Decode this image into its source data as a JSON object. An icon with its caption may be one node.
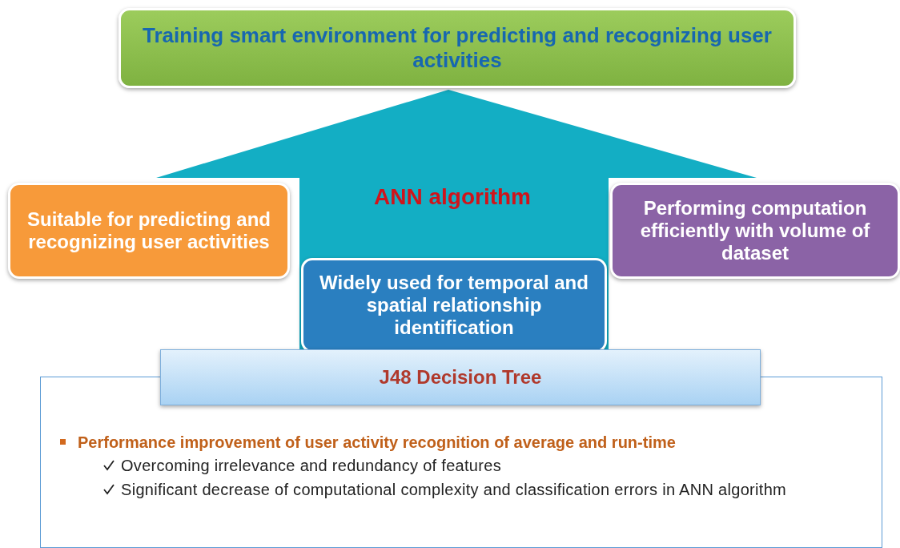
{
  "diagram": {
    "nodes": [
      {
        "text": [
          "Training smart environment for predicting and recognizing user activities"
        ]
      },
      {
        "text": [
          "ANN algorithm"
        ]
      },
      {
        "text": [
          "Suitable for predicting and recognizing user activities"
        ]
      },
      {
        "text": [
          "Performing computation efficiently with volume of dataset"
        ]
      },
      {
        "text": [
          "Widely used for temporal and spatial relationship identification"
        ],
        "in": 1
      },
      {
        "text": [
          "J48 Decision Tree"
        ]
      },
      {
        "text": [
          "Performance improvement of user activity recognition of average and run-time",
          "Overcoming irrelevance and redundancy of features",
          "Significant decrease of computational complexity and classification errors in ANN algorithm"
        ]
      }
    ]
  }
}
